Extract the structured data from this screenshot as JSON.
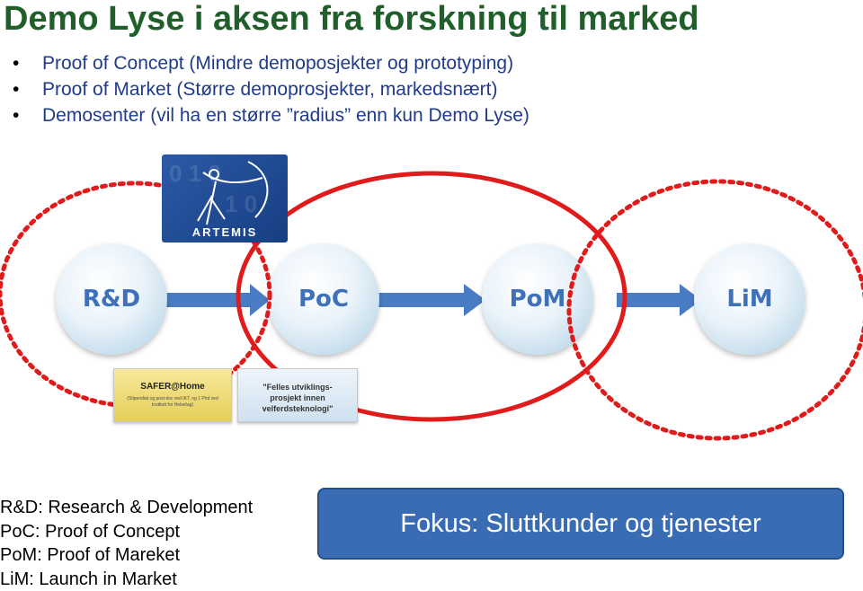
{
  "title": "Demo Lyse i aksen fra forskning til marked",
  "bullets": [
    "Proof of Concept (Mindre demoposjekter og prototyping)",
    "Proof of Market (Større demoprosjekter, markedsnært)",
    "Demosenter (vil ha en større ”radius” enn kun Demo Lyse)"
  ],
  "logo": {
    "text": "ARTEMIS"
  },
  "nodes": [
    "R&D",
    "PoC",
    "PoM",
    "LiM"
  ],
  "cards": {
    "yellow_title": "SAFER@Home",
    "yellow_small": "(Stipendiat og post doc ved IKT, og 1 Phd ved Institutt for Helsefag)",
    "blue_text": "\"Felles utviklings-\nprosjekt innen\nvelferdsteknologi\""
  },
  "legend": [
    "R&D: Research & Development",
    "PoC: Proof of Concept",
    "PoM: Proof of Mareket",
    "LiM: Launch in Market"
  ],
  "focus": "Fokus: Sluttkunder og tjenester",
  "colors": {
    "title": "#1f5f2a",
    "bullet_text": "#1f3b8a",
    "node_text": "#3f71b8",
    "ellipse": "#e01b1b",
    "arrow": "#4a7cc3",
    "focus_bg": "#3a6cb4"
  }
}
